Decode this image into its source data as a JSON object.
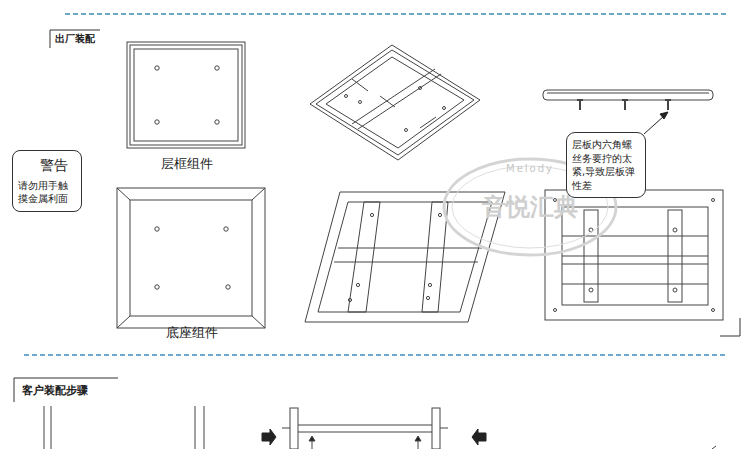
{
  "diagram": {
    "nodes": [
      {
        "text": [
          "警告",
          "请勿用手触摸金属利面"
        ]
      },
      {
        "text": [
          "层板内六角螺丝务要拧的太紧,导致层板弹性差"
        ]
      }
    ],
    "labels": [
      "出厂装配",
      "层框组件",
      "底座组件",
      "Melody",
      "音悦汇典",
      "客户装配步骤"
    ]
  }
}
